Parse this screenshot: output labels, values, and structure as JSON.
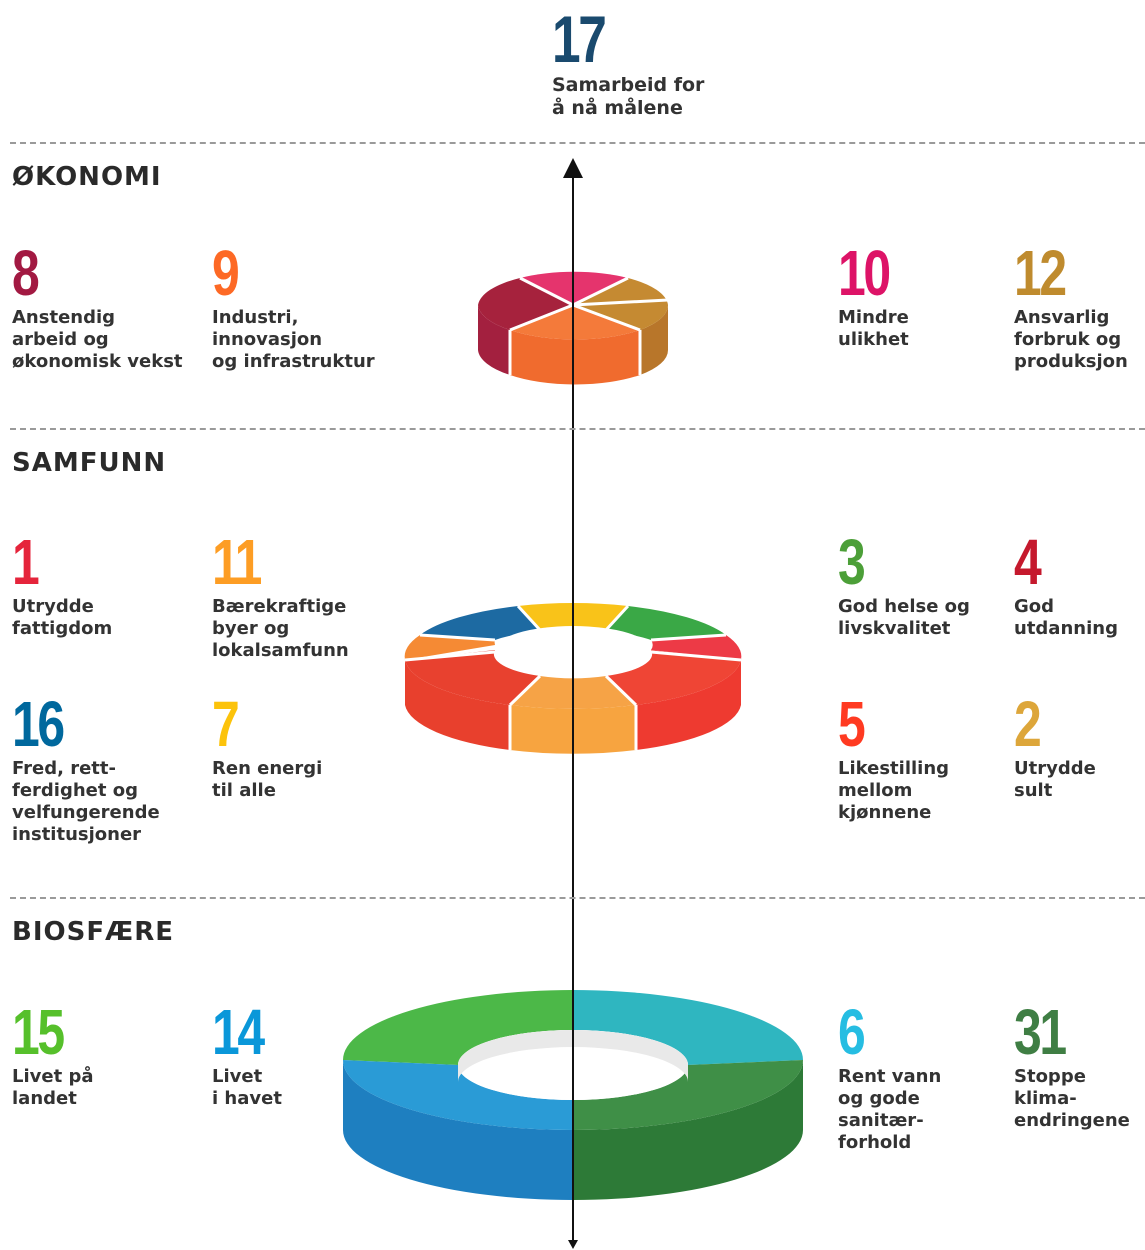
{
  "top_goal": {
    "number": "17",
    "label": "Samarbeid for\nå nå målene",
    "color": "#1a4a6e"
  },
  "sections": {
    "okonomi": {
      "title": "ØKONOMI"
    },
    "samfunn": {
      "title": "SAMFUNN"
    },
    "biosfare": {
      "title": "BIOSFÆRE"
    }
  },
  "goals": {
    "g8": {
      "number": "8",
      "label": "Anstendig\narbeid og\nøkonomisk vekst",
      "color": "#a21942"
    },
    "g9": {
      "number": "9",
      "label": "Industri,\ninnovasjon\nog infrastruktur",
      "color": "#fd6925"
    },
    "g10": {
      "number": "10",
      "label": "Mindre\nulikhet",
      "color": "#dd1367"
    },
    "g12": {
      "number": "12",
      "label": "Ansvarlig\nforbruk og\nproduksjon",
      "color": "#bf8b2e"
    },
    "g1": {
      "number": "1",
      "label": "Utrydde\nfattigdom",
      "color": "#e5243b"
    },
    "g11": {
      "number": "11",
      "label": "Bærekraftige\nbyer og\nlokalsamfunn",
      "color": "#fd9d24"
    },
    "g3": {
      "number": "3",
      "label": "God helse og\nlivskvalitet",
      "color": "#4c9f38"
    },
    "g4": {
      "number": "4",
      "label": "God\nutdanning",
      "color": "#c5192d"
    },
    "g16": {
      "number": "16",
      "label": "Fred, rett-\nferdighet og\nvelfungerende\ninstitusjoner",
      "color": "#00689d"
    },
    "g7": {
      "number": "7",
      "label": "Ren energi\ntil alle",
      "color": "#fcc30b"
    },
    "g5": {
      "number": "5",
      "label": "Likestilling\nmellom\nkjønnene",
      "color": "#ff3a21"
    },
    "g2": {
      "number": "2",
      "label": "Utrydde\nsult",
      "color": "#dda63a"
    },
    "g15": {
      "number": "15",
      "label": "Livet på\nlandet",
      "color": "#56c02b"
    },
    "g14": {
      "number": "14",
      "label": "Livet\ni havet",
      "color": "#0a97d9"
    },
    "g6": {
      "number": "6",
      "label": "Rent vann\nog gode\nsanitær-\nforhold",
      "color": "#26bde2"
    },
    "g31": {
      "number": "31",
      "label": "Stoppe\nklima-\nendringene",
      "color": "#3f7e44"
    }
  }
}
